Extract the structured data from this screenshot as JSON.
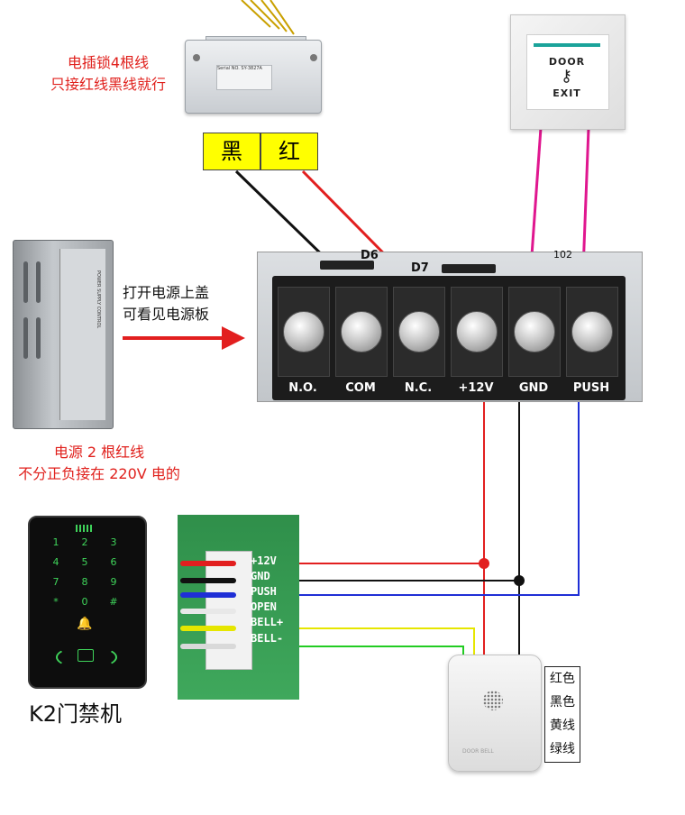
{
  "lock": {
    "note_line1": "电插锁4根线",
    "note_line2": "只接红线黑线就行",
    "tag_black": "黑",
    "tag_red": "红",
    "label_text": "Serial NO. SY-3827A"
  },
  "exit_button": {
    "top_text": "DOOR",
    "key_glyph": "⚷",
    "bottom_text": "EXIT"
  },
  "psu": {
    "arrow_note_line1": "打开电源上盖",
    "arrow_note_line2": "可看见电源板",
    "note_line1": "电源 2 根红线",
    "note_line2": "不分正负接在 220V 电的",
    "label_text": "POWER SUPPLY CONTROL"
  },
  "board": {
    "diode1": "D6",
    "diode2": "D7",
    "code": "102",
    "terminals": [
      "N.O.",
      "COM",
      "N.C.",
      "+12V",
      "GND",
      "PUSH"
    ]
  },
  "keypad": {
    "name": "K2门禁机",
    "keys": [
      "1",
      "2",
      "3",
      "4",
      "5",
      "6",
      "7",
      "8",
      "9",
      "*",
      "0",
      "#"
    ],
    "bell_glyph": "🔔"
  },
  "pcb": {
    "pins": [
      "+12V",
      "GND",
      "PUSH",
      "OPEN",
      "BELL+",
      "BELL-"
    ]
  },
  "bell": {
    "legend": [
      "红色",
      "黑色",
      "黄线",
      "绿线"
    ],
    "caption": "DOOR BELL"
  },
  "colors": {
    "red": "#e21f1f",
    "black": "#111111",
    "blue": "#1f2fd6",
    "yellow": "#e6e600",
    "green": "#22cc22",
    "magenta": "#e0168f",
    "keypad_green": "#3fd35a"
  }
}
